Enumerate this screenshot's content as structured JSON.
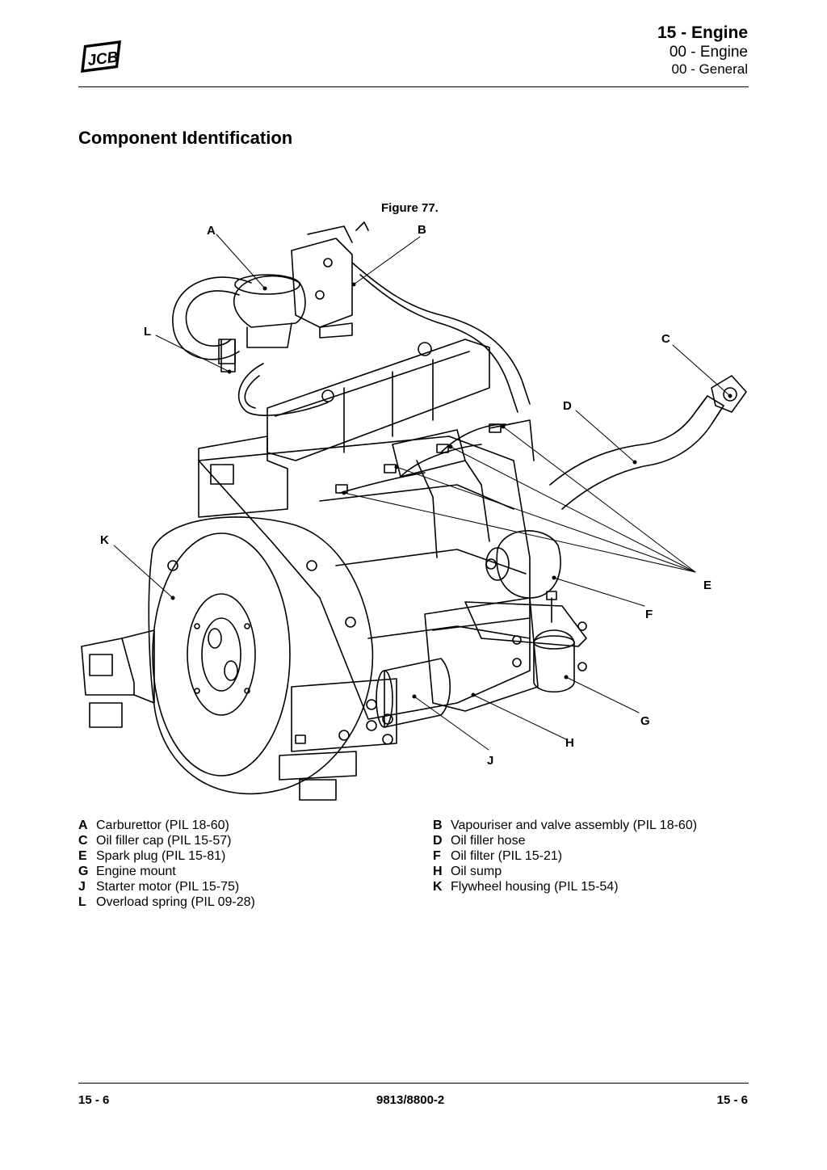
{
  "header": {
    "section": "15 - Engine",
    "subsection": "00 - Engine",
    "topic": "00 - General"
  },
  "logo": {
    "text": "JCB",
    "color": "#000000"
  },
  "title": "Component Identification",
  "figure": {
    "caption": "Figure 77.",
    "callouts": [
      "A",
      "B",
      "C",
      "D",
      "E",
      "F",
      "G",
      "H",
      "J",
      "K",
      "L"
    ]
  },
  "legend": {
    "col1": [
      {
        "key": "A",
        "text": "Carburettor (PIL 18-60)"
      },
      {
        "key": "C",
        "text": "Oil filler cap (PIL 15-57)"
      },
      {
        "key": "E",
        "text": "Spark plug (PIL 15-81)"
      },
      {
        "key": "G",
        "text": "Engine mount"
      },
      {
        "key": "J",
        "text": "Starter motor (PIL 15-75)"
      },
      {
        "key": "L",
        "text": "Overload spring (PIL 09-28)"
      }
    ],
    "col2": [
      {
        "key": "B",
        "text": "Vapouriser and valve assembly (PIL 18-60)"
      },
      {
        "key": "D",
        "text": "Oil filler hose"
      },
      {
        "key": "F",
        "text": "Oil filter (PIL 15-21)"
      },
      {
        "key": "H",
        "text": "Oil sump"
      },
      {
        "key": "K",
        "text": "Flywheel housing (PIL 15-54)"
      }
    ]
  },
  "footer": {
    "left": "15 - 6",
    "center": "9813/8800-2",
    "right": "15 - 6"
  }
}
